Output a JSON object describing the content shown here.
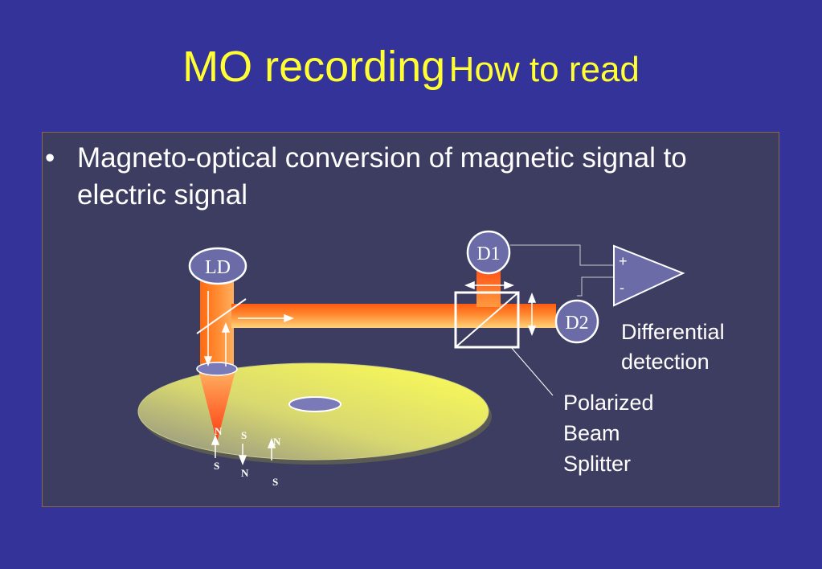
{
  "title": {
    "part1": "MO recording",
    "part2": "How to read"
  },
  "bullet": {
    "marker": "•",
    "text": "Magneto-optical conversion of magnetic signal to electric signal"
  },
  "diagram": {
    "laser_label": "LD",
    "detector1_label": "D1",
    "detector2_label": "D2",
    "amp_plus": "+",
    "amp_minus": "-",
    "differential_line1": "Differential",
    "differential_line2": "detection",
    "splitter_line1": "Polarized",
    "splitter_line2": "Beam",
    "splitter_line3": "Splitter",
    "domain_labels": [
      "N",
      "S",
      "S",
      "N",
      "N",
      "S"
    ]
  },
  "colors": {
    "background": "#333399",
    "title": "#ffff33",
    "panel": "#3c3d60",
    "node_fill": "#6b6ba8",
    "disk_light": "#f5f560",
    "disk_dark": "#9a9a70",
    "beam_core": "#ff7a1a",
    "beam_edge": "#ffd27a"
  }
}
